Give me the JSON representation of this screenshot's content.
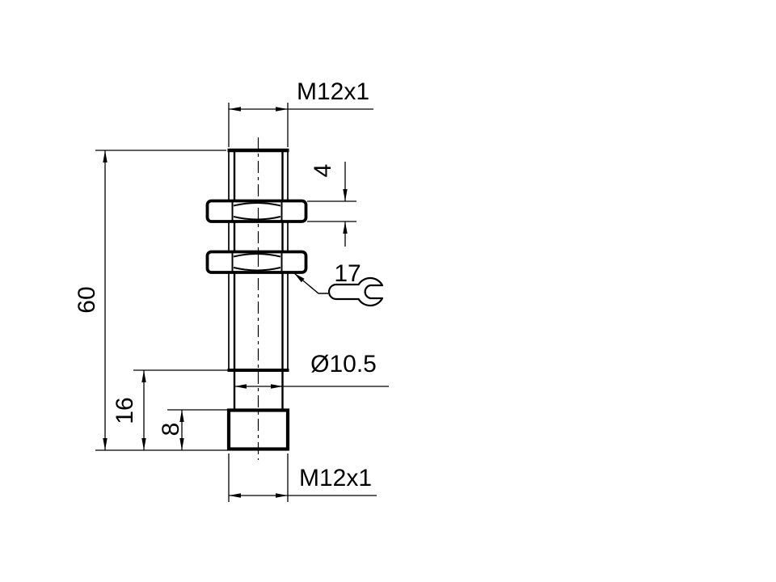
{
  "drawing": {
    "type": "technical-dimension-drawing",
    "subject": "threaded-barrel-proximity-sensor",
    "labels": {
      "thread_top": "M12x1",
      "nut_height": "4",
      "wrench_size": "17",
      "diameter": "Ø10.5",
      "overall_length": "60",
      "lower_section_length": "16",
      "end_cap_length": "8",
      "thread_bottom": "M12x1"
    },
    "icons": {
      "wrench_icon": "open-end-wrench"
    },
    "colors": {
      "line": "#000000",
      "background": "#ffffff"
    }
  }
}
